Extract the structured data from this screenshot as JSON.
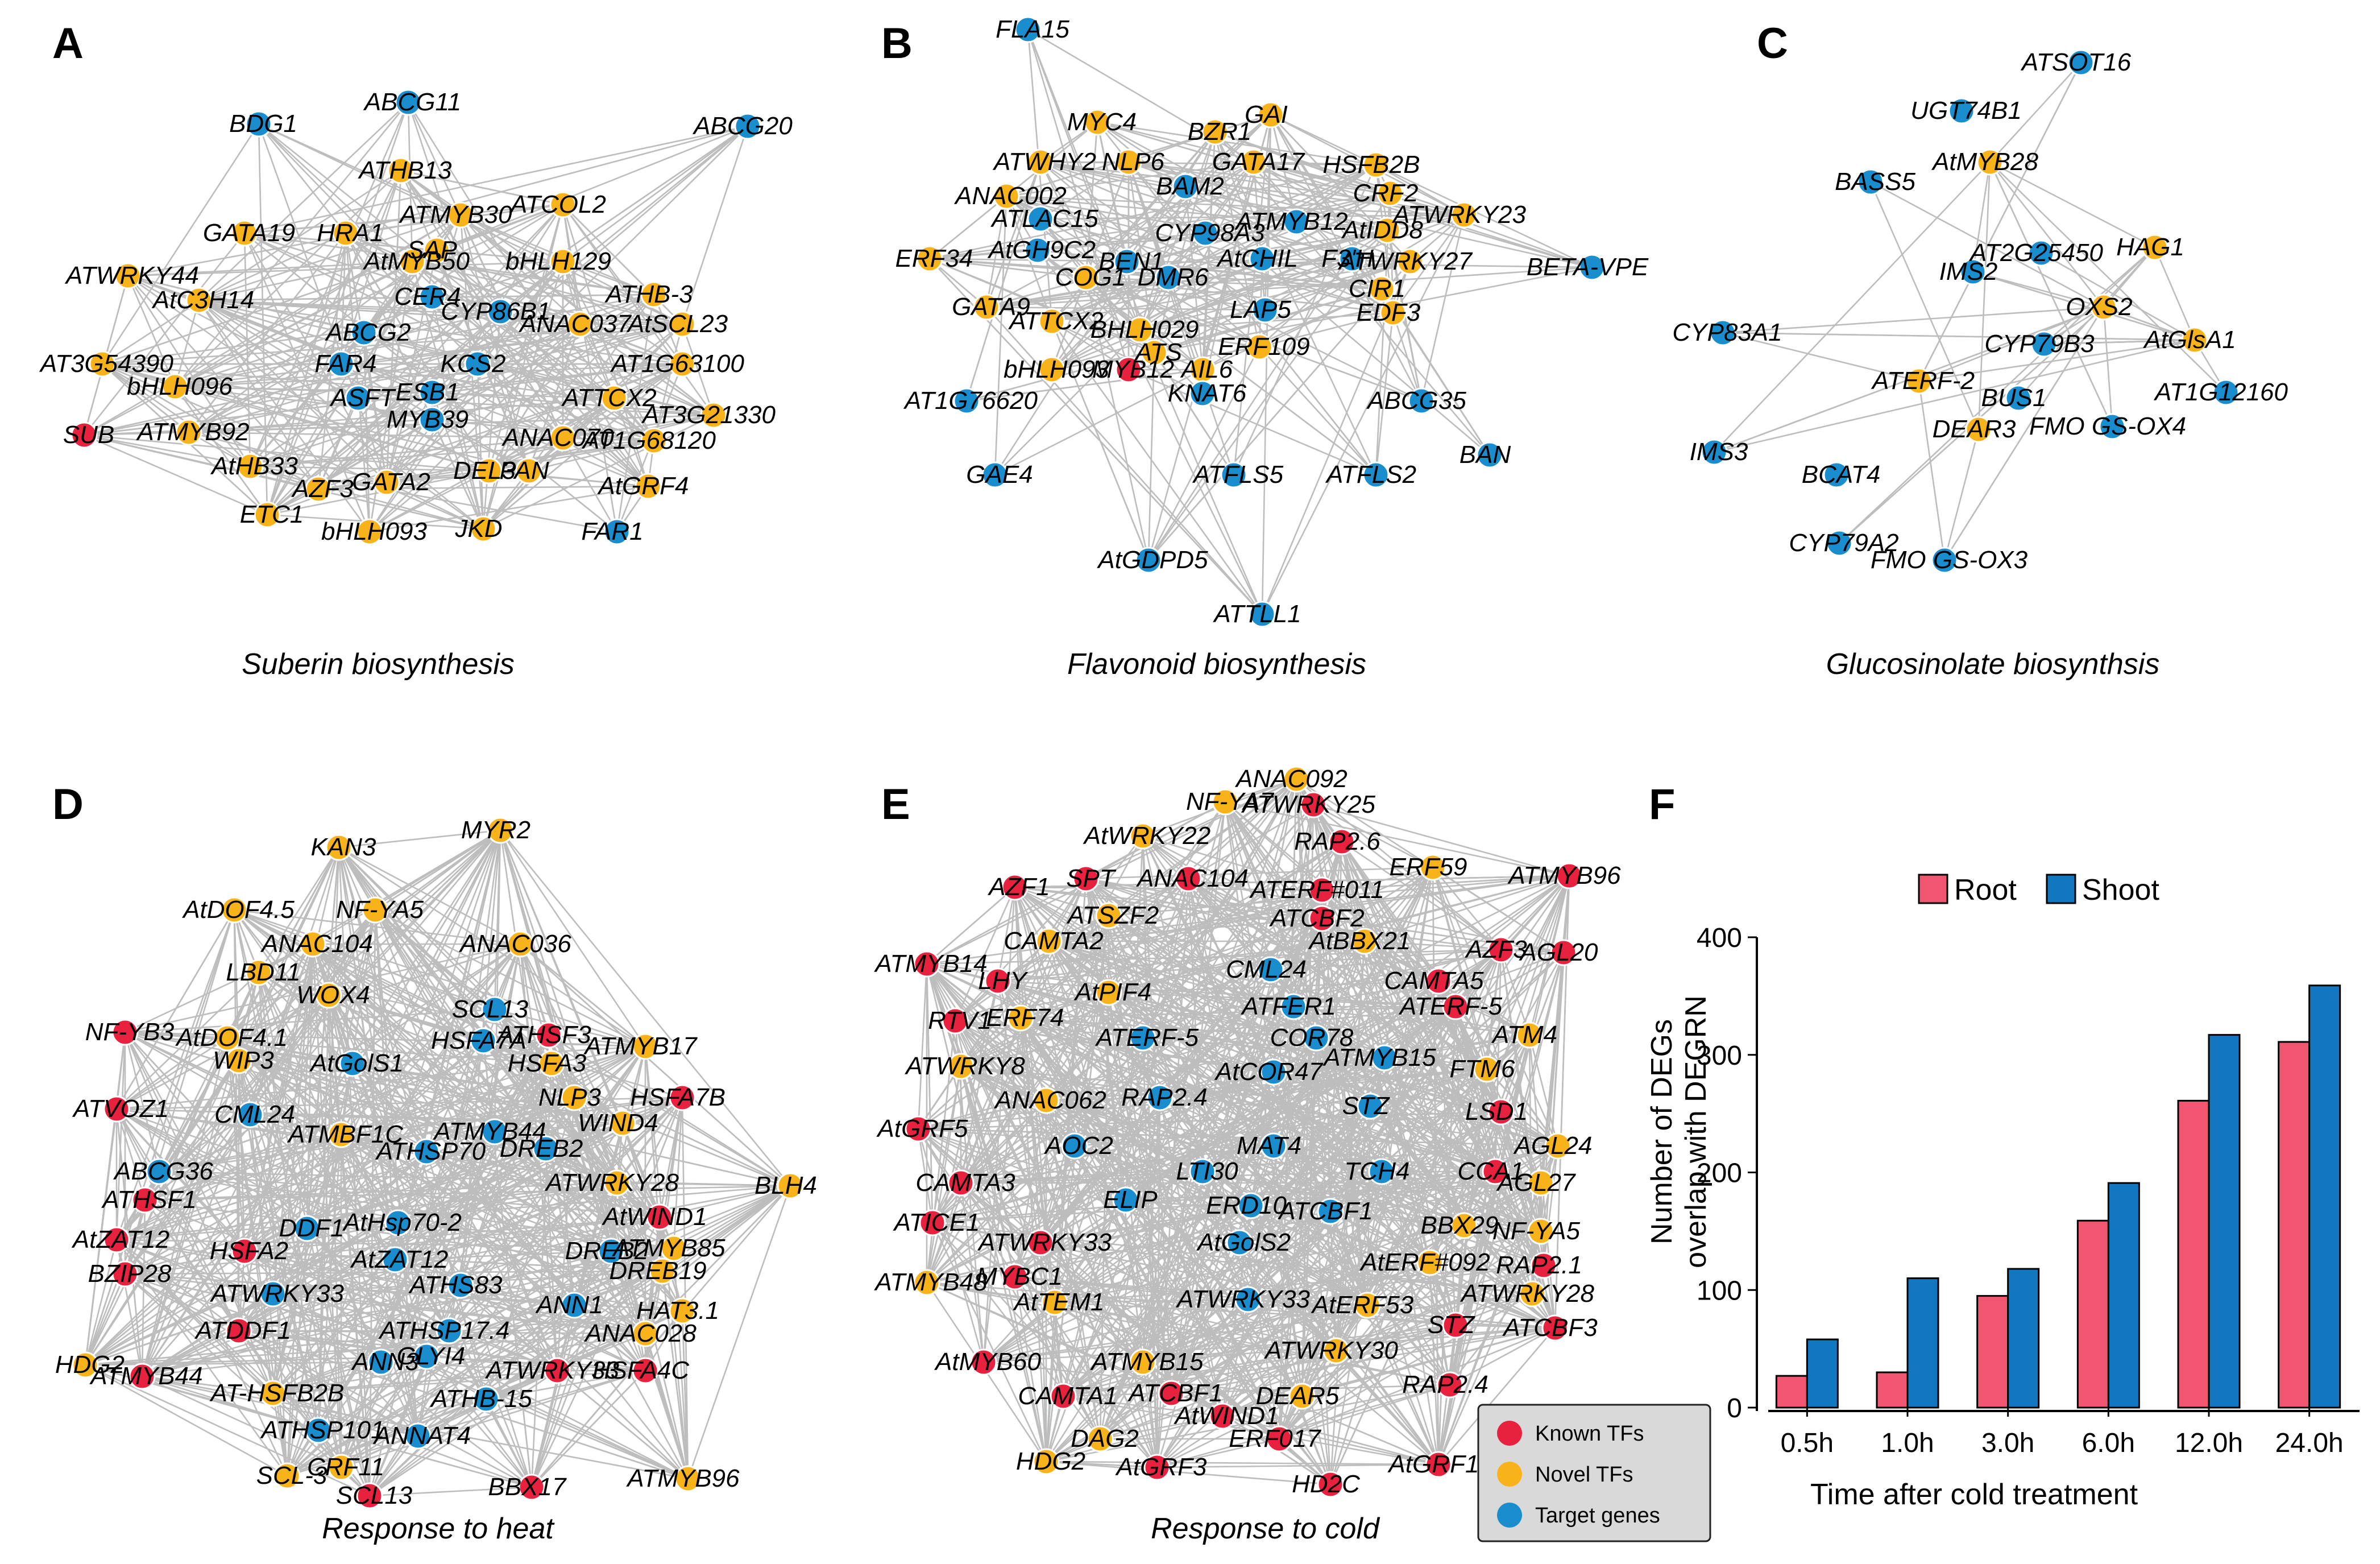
{
  "colors": {
    "known": "#e8213f",
    "novel": "#f9b31a",
    "target": "#1a8dce",
    "edge": "#bdbdbd",
    "root": "#f0566f",
    "shoot": "#1178bf"
  },
  "legend": [
    {
      "key": "known",
      "label": "Known TFs"
    },
    {
      "key": "novel",
      "label": "Novel TFs"
    },
    {
      "key": "target",
      "label": "Target genes"
    }
  ],
  "panels": [
    {
      "id": "A",
      "letter": "A",
      "caption": "Suberin biosynthesis"
    },
    {
      "id": "B",
      "letter": "B",
      "caption": "Flavonoid biosynthesis"
    },
    {
      "id": "C",
      "letter": "C",
      "caption": "Glucosinolate biosynthsis"
    },
    {
      "id": "D",
      "letter": "D",
      "caption": "Response to heat"
    },
    {
      "id": "E",
      "letter": "E",
      "caption": "Response to cold"
    },
    {
      "id": "F",
      "letter": "F",
      "caption": ""
    }
  ],
  "networks": {
    "A": {
      "nodes": [
        [
          "BDG1",
          "t"
        ],
        [
          "ABCG11",
          "t"
        ],
        [
          "ABCG20",
          "t"
        ],
        [
          "ATHB13",
          "n"
        ],
        [
          "ATMYB30",
          "n"
        ],
        [
          "ATCOL2",
          "n"
        ],
        [
          "GATA19",
          "n"
        ],
        [
          "HRA1",
          "n"
        ],
        [
          "AtMYB50",
          "n"
        ],
        [
          "SAP",
          "n"
        ],
        [
          "bHLH129",
          "n"
        ],
        [
          "ATWRKY44",
          "n"
        ],
        [
          "AtC3H14",
          "n"
        ],
        [
          "CER4",
          "t"
        ],
        [
          "ATHB-3",
          "n"
        ],
        [
          "ABCG2",
          "t"
        ],
        [
          "CYP86B1",
          "t"
        ],
        [
          "ANAC037",
          "n"
        ],
        [
          "AtSCL23",
          "n"
        ],
        [
          "FAR4",
          "t"
        ],
        [
          "KCS2",
          "t"
        ],
        [
          "AT3G54390",
          "n"
        ],
        [
          "bHLH096",
          "n"
        ],
        [
          "ESB1",
          "t"
        ],
        [
          "AT1G63100",
          "n"
        ],
        [
          "ASFT",
          "t"
        ],
        [
          "ATTCX2",
          "n"
        ],
        [
          "SUB",
          "k"
        ],
        [
          "ATMYB92",
          "n"
        ],
        [
          "MYB39",
          "t"
        ],
        [
          "AT3G21330",
          "n"
        ],
        [
          "ANAC070",
          "n"
        ],
        [
          "AT1G68120",
          "n"
        ],
        [
          "AtHB33",
          "n"
        ],
        [
          "DEL3",
          "n"
        ],
        [
          "PAN",
          "n"
        ],
        [
          "AtGRF4",
          "n"
        ],
        [
          "AZF3",
          "n"
        ],
        [
          "GATA2",
          "n"
        ],
        [
          "ETC1",
          "n"
        ],
        [
          "bHLH093",
          "n"
        ],
        [
          "JKD",
          "n"
        ],
        [
          "FAR1",
          "t"
        ]
      ],
      "edges": 420
    },
    "B": {
      "nodes": [
        [
          "FLA15",
          "t"
        ],
        [
          "MYC4",
          "n"
        ],
        [
          "GAI",
          "n"
        ],
        [
          "BZR1",
          "n"
        ],
        [
          "ATWHY2",
          "n"
        ],
        [
          "NLP6",
          "n"
        ],
        [
          "GATA17",
          "n"
        ],
        [
          "HSFB2B",
          "n"
        ],
        [
          "ANAC002",
          "n"
        ],
        [
          "BAM2",
          "t"
        ],
        [
          "CRF2",
          "n"
        ],
        [
          "ATLAC15",
          "t"
        ],
        [
          "ATMYB12",
          "t"
        ],
        [
          "AtIDD8",
          "n"
        ],
        [
          "ATWRKY23",
          "n"
        ],
        [
          "CYP98A3",
          "t"
        ],
        [
          "AtGH9C2",
          "t"
        ],
        [
          "AtCHIL",
          "t"
        ],
        [
          "F3'H",
          "t"
        ],
        [
          "ATWRKY27",
          "n"
        ],
        [
          "ERF34",
          "n"
        ],
        [
          "BEN1",
          "t"
        ],
        [
          "DMR6",
          "t"
        ],
        [
          "COG1",
          "n"
        ],
        [
          "BETA-VPE",
          "t"
        ],
        [
          "GATA9",
          "n"
        ],
        [
          "CIR1",
          "n"
        ],
        [
          "ATTCX2",
          "n"
        ],
        [
          "LAP5",
          "t"
        ],
        [
          "EDF3",
          "n"
        ],
        [
          "BHLH029",
          "n"
        ],
        [
          "ATS",
          "n"
        ],
        [
          "ERF109",
          "n"
        ],
        [
          "bHLH093",
          "n"
        ],
        [
          "MYB12",
          "k"
        ],
        [
          "AIL6",
          "n"
        ],
        [
          "KNAT6",
          "t"
        ],
        [
          "AT1G76620",
          "t"
        ],
        [
          "ABCG35",
          "t"
        ],
        [
          "BAN",
          "t"
        ],
        [
          "GAE4",
          "t"
        ],
        [
          "ATFLS5",
          "t"
        ],
        [
          "ATFLS2",
          "t"
        ],
        [
          "AtGDPD5",
          "t"
        ],
        [
          "ATTLL1",
          "t"
        ]
      ],
      "edges": 320
    },
    "C": {
      "nodes": [
        [
          "ATSOT16",
          "t"
        ],
        [
          "UGT74B1",
          "t"
        ],
        [
          "AtMYB28",
          "n"
        ],
        [
          "BASS5",
          "t"
        ],
        [
          "HAG1",
          "n"
        ],
        [
          "AT2G25450",
          "t"
        ],
        [
          "IMS2",
          "t"
        ],
        [
          "OXS2",
          "n"
        ],
        [
          "CYP83A1",
          "t"
        ],
        [
          "CYP79B3",
          "t"
        ],
        [
          "AtGlsA1",
          "n"
        ],
        [
          "ATERF-2",
          "n"
        ],
        [
          "BUS1",
          "t"
        ],
        [
          "AT1G12160",
          "t"
        ],
        [
          "DEAR3",
          "n"
        ],
        [
          "FMO GS-OX4",
          "t"
        ],
        [
          "IMS3",
          "t"
        ],
        [
          "BCAT4",
          "t"
        ],
        [
          "CYP79A2",
          "t"
        ],
        [
          "FMO GS-OX3",
          "t"
        ]
      ],
      "edges": 46
    },
    "D": {
      "nodes": [
        [
          "KAN3",
          "n"
        ],
        [
          "MYR2",
          "n"
        ],
        [
          "AtDOF4.5",
          "n"
        ],
        [
          "NF-YA5",
          "n"
        ],
        [
          "ANAC104",
          "n"
        ],
        [
          "ANAC036",
          "n"
        ],
        [
          "LBD11",
          "n"
        ],
        [
          "SCL13",
          "t"
        ],
        [
          "WOX4",
          "n"
        ],
        [
          "HSFA7A",
          "t"
        ],
        [
          "ATHSF3",
          "k"
        ],
        [
          "NF-YB3",
          "k"
        ],
        [
          "AtDOF4.1",
          "n"
        ],
        [
          "HSFA3",
          "n"
        ],
        [
          "ATMYB17",
          "n"
        ],
        [
          "WIP3",
          "n"
        ],
        [
          "AtGolS1",
          "t"
        ],
        [
          "NLP3",
          "n"
        ],
        [
          "HSFA7B",
          "k"
        ],
        [
          "ATVOZ1",
          "k"
        ],
        [
          "CML24",
          "t"
        ],
        [
          "WIND4",
          "n"
        ],
        [
          "ATMBF1C",
          "n"
        ],
        [
          "ATMYB44",
          "t"
        ],
        [
          "ABCG36",
          "t"
        ],
        [
          "ATHSP70",
          "t"
        ],
        [
          "DREB2",
          "t"
        ],
        [
          "ATWRKY28",
          "n"
        ],
        [
          "ATHSF1",
          "k"
        ],
        [
          "AtHsp70-2",
          "t"
        ],
        [
          "BLH4",
          "n"
        ],
        [
          "DDF1",
          "t"
        ],
        [
          "AtZAT12",
          "t"
        ],
        [
          "AtWIND1",
          "k"
        ],
        [
          "ATMYB85",
          "n"
        ],
        [
          "AtZAT12b",
          "k"
        ],
        [
          "HSFA2",
          "k"
        ],
        [
          "DREB2b",
          "t"
        ],
        [
          "DREB19",
          "n"
        ],
        [
          "BZIP28",
          "k"
        ],
        [
          "ATHS83",
          "t"
        ],
        [
          "ATWRKY33",
          "t"
        ],
        [
          "ANN1",
          "t"
        ],
        [
          "HAT3.1",
          "n"
        ],
        [
          "ATDDF1",
          "k"
        ],
        [
          "ATHSP17.4",
          "t"
        ],
        [
          "ANAC028",
          "n"
        ],
        [
          "HDG2",
          "n"
        ],
        [
          "ANN3",
          "t"
        ],
        [
          "GLYI4",
          "t"
        ],
        [
          "ATWRKY33b",
          "k"
        ],
        [
          "HSFA4C",
          "k"
        ],
        [
          "ATMYB44b",
          "k"
        ],
        [
          "AT-HSFB2B",
          "n"
        ],
        [
          "ATHB-15",
          "t"
        ],
        [
          "ATHSP101",
          "t"
        ],
        [
          "ANNAT4",
          "t"
        ],
        [
          "SCL-3",
          "n"
        ],
        [
          "CRF11",
          "n"
        ],
        [
          "SCL13b",
          "k"
        ],
        [
          "BBX17",
          "k"
        ],
        [
          "ATMYB96",
          "n"
        ]
      ],
      "edges": 900
    },
    "E": {
      "nodes": [
        [
          "ANAC092",
          "n"
        ],
        [
          "NF-YA7",
          "n"
        ],
        [
          "ATWRKY25",
          "k"
        ],
        [
          "AtWRKY22",
          "n"
        ],
        [
          "RAP2.6",
          "k"
        ],
        [
          "AZF1",
          "k"
        ],
        [
          "SPT",
          "k"
        ],
        [
          "ANAC104",
          "k"
        ],
        [
          "ERF59",
          "n"
        ],
        [
          "ATMYB96",
          "k"
        ],
        [
          "ATERF#011",
          "k"
        ],
        [
          "ATSZF2",
          "n"
        ],
        [
          "ATCBF2",
          "k"
        ],
        [
          "CAMTA2",
          "n"
        ],
        [
          "AtBBX21",
          "n"
        ],
        [
          "AZF3",
          "k"
        ],
        [
          "AGL20",
          "k"
        ],
        [
          "ATMYB14",
          "k"
        ],
        [
          "LHY",
          "k"
        ],
        [
          "AtPIF4",
          "n"
        ],
        [
          "CML24",
          "t"
        ],
        [
          "CAMTA5",
          "k"
        ],
        [
          "ERF74",
          "n"
        ],
        [
          "ATFER1",
          "t"
        ],
        [
          "ATERF-5",
          "k"
        ],
        [
          "RTV1",
          "k"
        ],
        [
          "ATERF-5b",
          "t"
        ],
        [
          "COR78",
          "t"
        ],
        [
          "ATM4",
          "n"
        ],
        [
          "ATWRKY8",
          "n"
        ],
        [
          "AtCOR47",
          "t"
        ],
        [
          "ATMYB15",
          "t"
        ],
        [
          "FTM6",
          "n"
        ],
        [
          "ANAC062",
          "n"
        ],
        [
          "RAP2.4",
          "t"
        ],
        [
          "STZ",
          "t"
        ],
        [
          "LSD1",
          "k"
        ],
        [
          "AtGRF5",
          "k"
        ],
        [
          "AOC2",
          "t"
        ],
        [
          "MAT4",
          "t"
        ],
        [
          "AGL24",
          "n"
        ],
        [
          "CAMTA3",
          "k"
        ],
        [
          "LTI30",
          "t"
        ],
        [
          "TCH4",
          "t"
        ],
        [
          "CCA1",
          "k"
        ],
        [
          "AGL27",
          "n"
        ],
        [
          "ELIP",
          "t"
        ],
        [
          "ERD10",
          "t"
        ],
        [
          "ATCBF1",
          "t"
        ],
        [
          "ATICE1",
          "k"
        ],
        [
          "BBX29",
          "n"
        ],
        [
          "NF-YA5",
          "n"
        ],
        [
          "ATWRKY33",
          "k"
        ],
        [
          "AtGolS2",
          "t"
        ],
        [
          "AtERF#092",
          "n"
        ],
        [
          "RAP2.1",
          "k"
        ],
        [
          "MYBC1",
          "k"
        ],
        [
          "ATWRKY28",
          "n"
        ],
        [
          "ATMYB48",
          "n"
        ],
        [
          "AtTEM1",
          "n"
        ],
        [
          "ATWRKY33b",
          "t"
        ],
        [
          "AtERF53",
          "n"
        ],
        [
          "STZb",
          "k"
        ],
        [
          "ATCBF3",
          "k"
        ],
        [
          "AtMYB60",
          "k"
        ],
        [
          "ATMYB15b",
          "n"
        ],
        [
          "ATWRKY30",
          "n"
        ],
        [
          "RAP2.4b",
          "k"
        ],
        [
          "CAMTA1",
          "k"
        ],
        [
          "ATCBF1b",
          "k"
        ],
        [
          "DEAR5",
          "n"
        ],
        [
          "AtWIND1",
          "k"
        ],
        [
          "DAG2",
          "n"
        ],
        [
          "ERF017",
          "k"
        ],
        [
          "HDG2",
          "n"
        ],
        [
          "AtGRF3",
          "k"
        ],
        [
          "HD2C",
          "k"
        ],
        [
          "AtGRF1",
          "k"
        ]
      ],
      "edges": 1100
    }
  },
  "chart_data": {
    "type": "bar",
    "categories": [
      "0.5h",
      "1.0h",
      "3.0h",
      "6.0h",
      "12.0h",
      "24.0h"
    ],
    "series": [
      {
        "name": "Root",
        "values": [
          27,
          30,
          95,
          159,
          261,
          311
        ]
      },
      {
        "name": "Shoot",
        "values": [
          58,
          110,
          118,
          191,
          317,
          359
        ]
      }
    ],
    "xlabel": "Time after cold treatment",
    "ylabel": "Number of DEGs overlap with DEGRN",
    "ylabel_line1": "Number of  DEGs",
    "ylabel_line2": "overlap with DEGRN",
    "ylim": [
      0,
      400
    ],
    "yticks": [
      0,
      100,
      200,
      300,
      400
    ],
    "legend": "top-center"
  }
}
